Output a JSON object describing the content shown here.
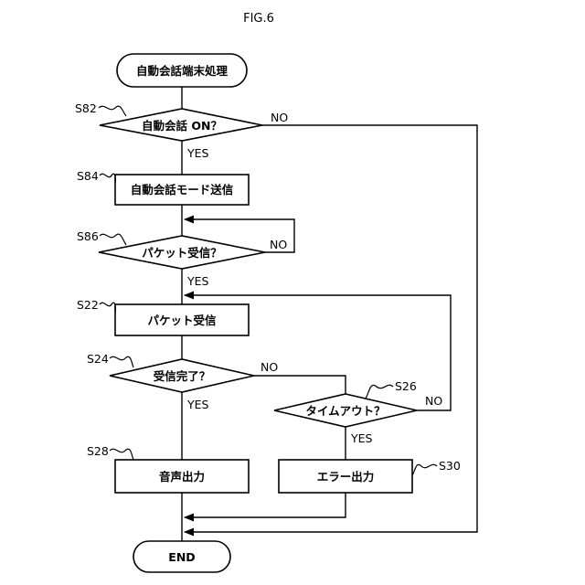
{
  "figure": {
    "title": "FIG.6"
  },
  "nodes": {
    "start": {
      "text": "自動会話端末処理"
    },
    "s82": {
      "text": "自動会話 ON？",
      "step": "S82"
    },
    "s84": {
      "text": "自動会話モード送信",
      "step": "S84"
    },
    "s86": {
      "text": "パケット受信？",
      "step": "S86"
    },
    "s22": {
      "text": "パケット受信",
      "step": "S22"
    },
    "s24": {
      "text": "受信完了？",
      "step": "S24"
    },
    "s26": {
      "text": "タイムアウト？",
      "step": "S26"
    },
    "s28": {
      "text": "音声出力",
      "step": "S28"
    },
    "s30": {
      "text": "エラー出力",
      "step": "S30"
    },
    "end": {
      "text": "END"
    }
  },
  "branches": {
    "s82_yes": "YES",
    "s82_no": "NO",
    "s86_yes": "YES",
    "s86_no": "NO",
    "s24_yes": "YES",
    "s24_no": "NO",
    "s26_yes": "YES",
    "s26_no": "NO"
  }
}
